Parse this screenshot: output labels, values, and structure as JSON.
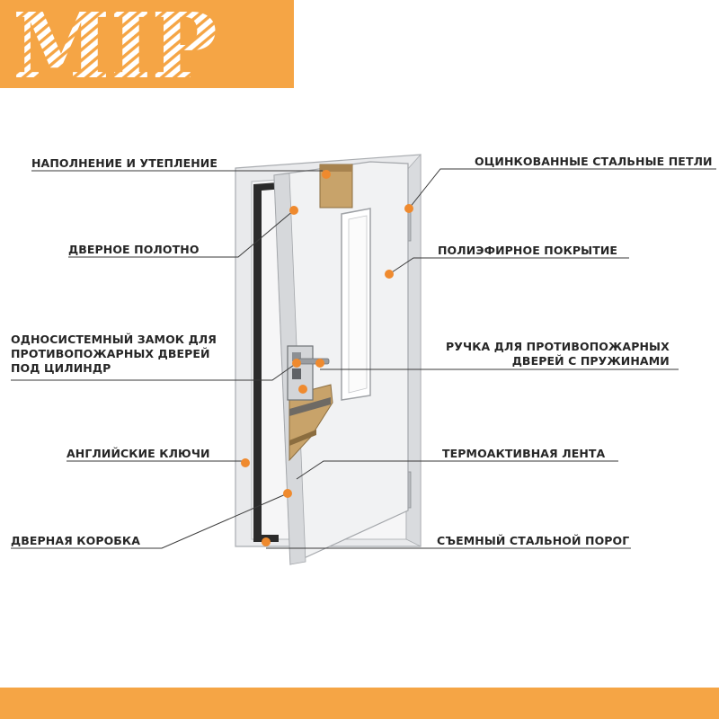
{
  "logo": {
    "text": "МІР"
  },
  "colors": {
    "accent": "#f5a545",
    "dot": "#ef8a2e",
    "leader": "#3a3a3a",
    "label": "#262626"
  },
  "labels": {
    "filling": "НАПОЛНЕНИЕ И УТЕПЛЕНИЕ",
    "leaf": "ДВЕРНОЕ ПОЛОТНО",
    "lock_1": "ОДНОСИСТЕМНЫЙ ЗАМОК ДЛЯ",
    "lock_2": "ПРОТИВОПОЖАРНЫХ ДВЕРЕЙ",
    "lock_3": "ПОД ЦИЛИНДР",
    "keys": "АНГЛИЙСКИЕ КЛЮЧИ",
    "frame": "ДВЕРНАЯ КОРОБКА",
    "hinges": "ОЦИНКОВАННЫЕ СТАЛЬНЫЕ ПЕТЛИ",
    "coating": "ПОЛИЭФИРНОЕ ПОКРЫТИЕ",
    "handle_1": "РУЧКА ДЛЯ ПРОТИВОПОЖАРНЫХ",
    "handle_2": "ДВЕРЕЙ С ПРУЖИНАМИ",
    "tape": "ТЕРМОАКТИВНАЯ ЛЕНТА",
    "threshold": "СЪЕМНЫЙ СТАЛЬНОЙ ПОРОГ"
  }
}
